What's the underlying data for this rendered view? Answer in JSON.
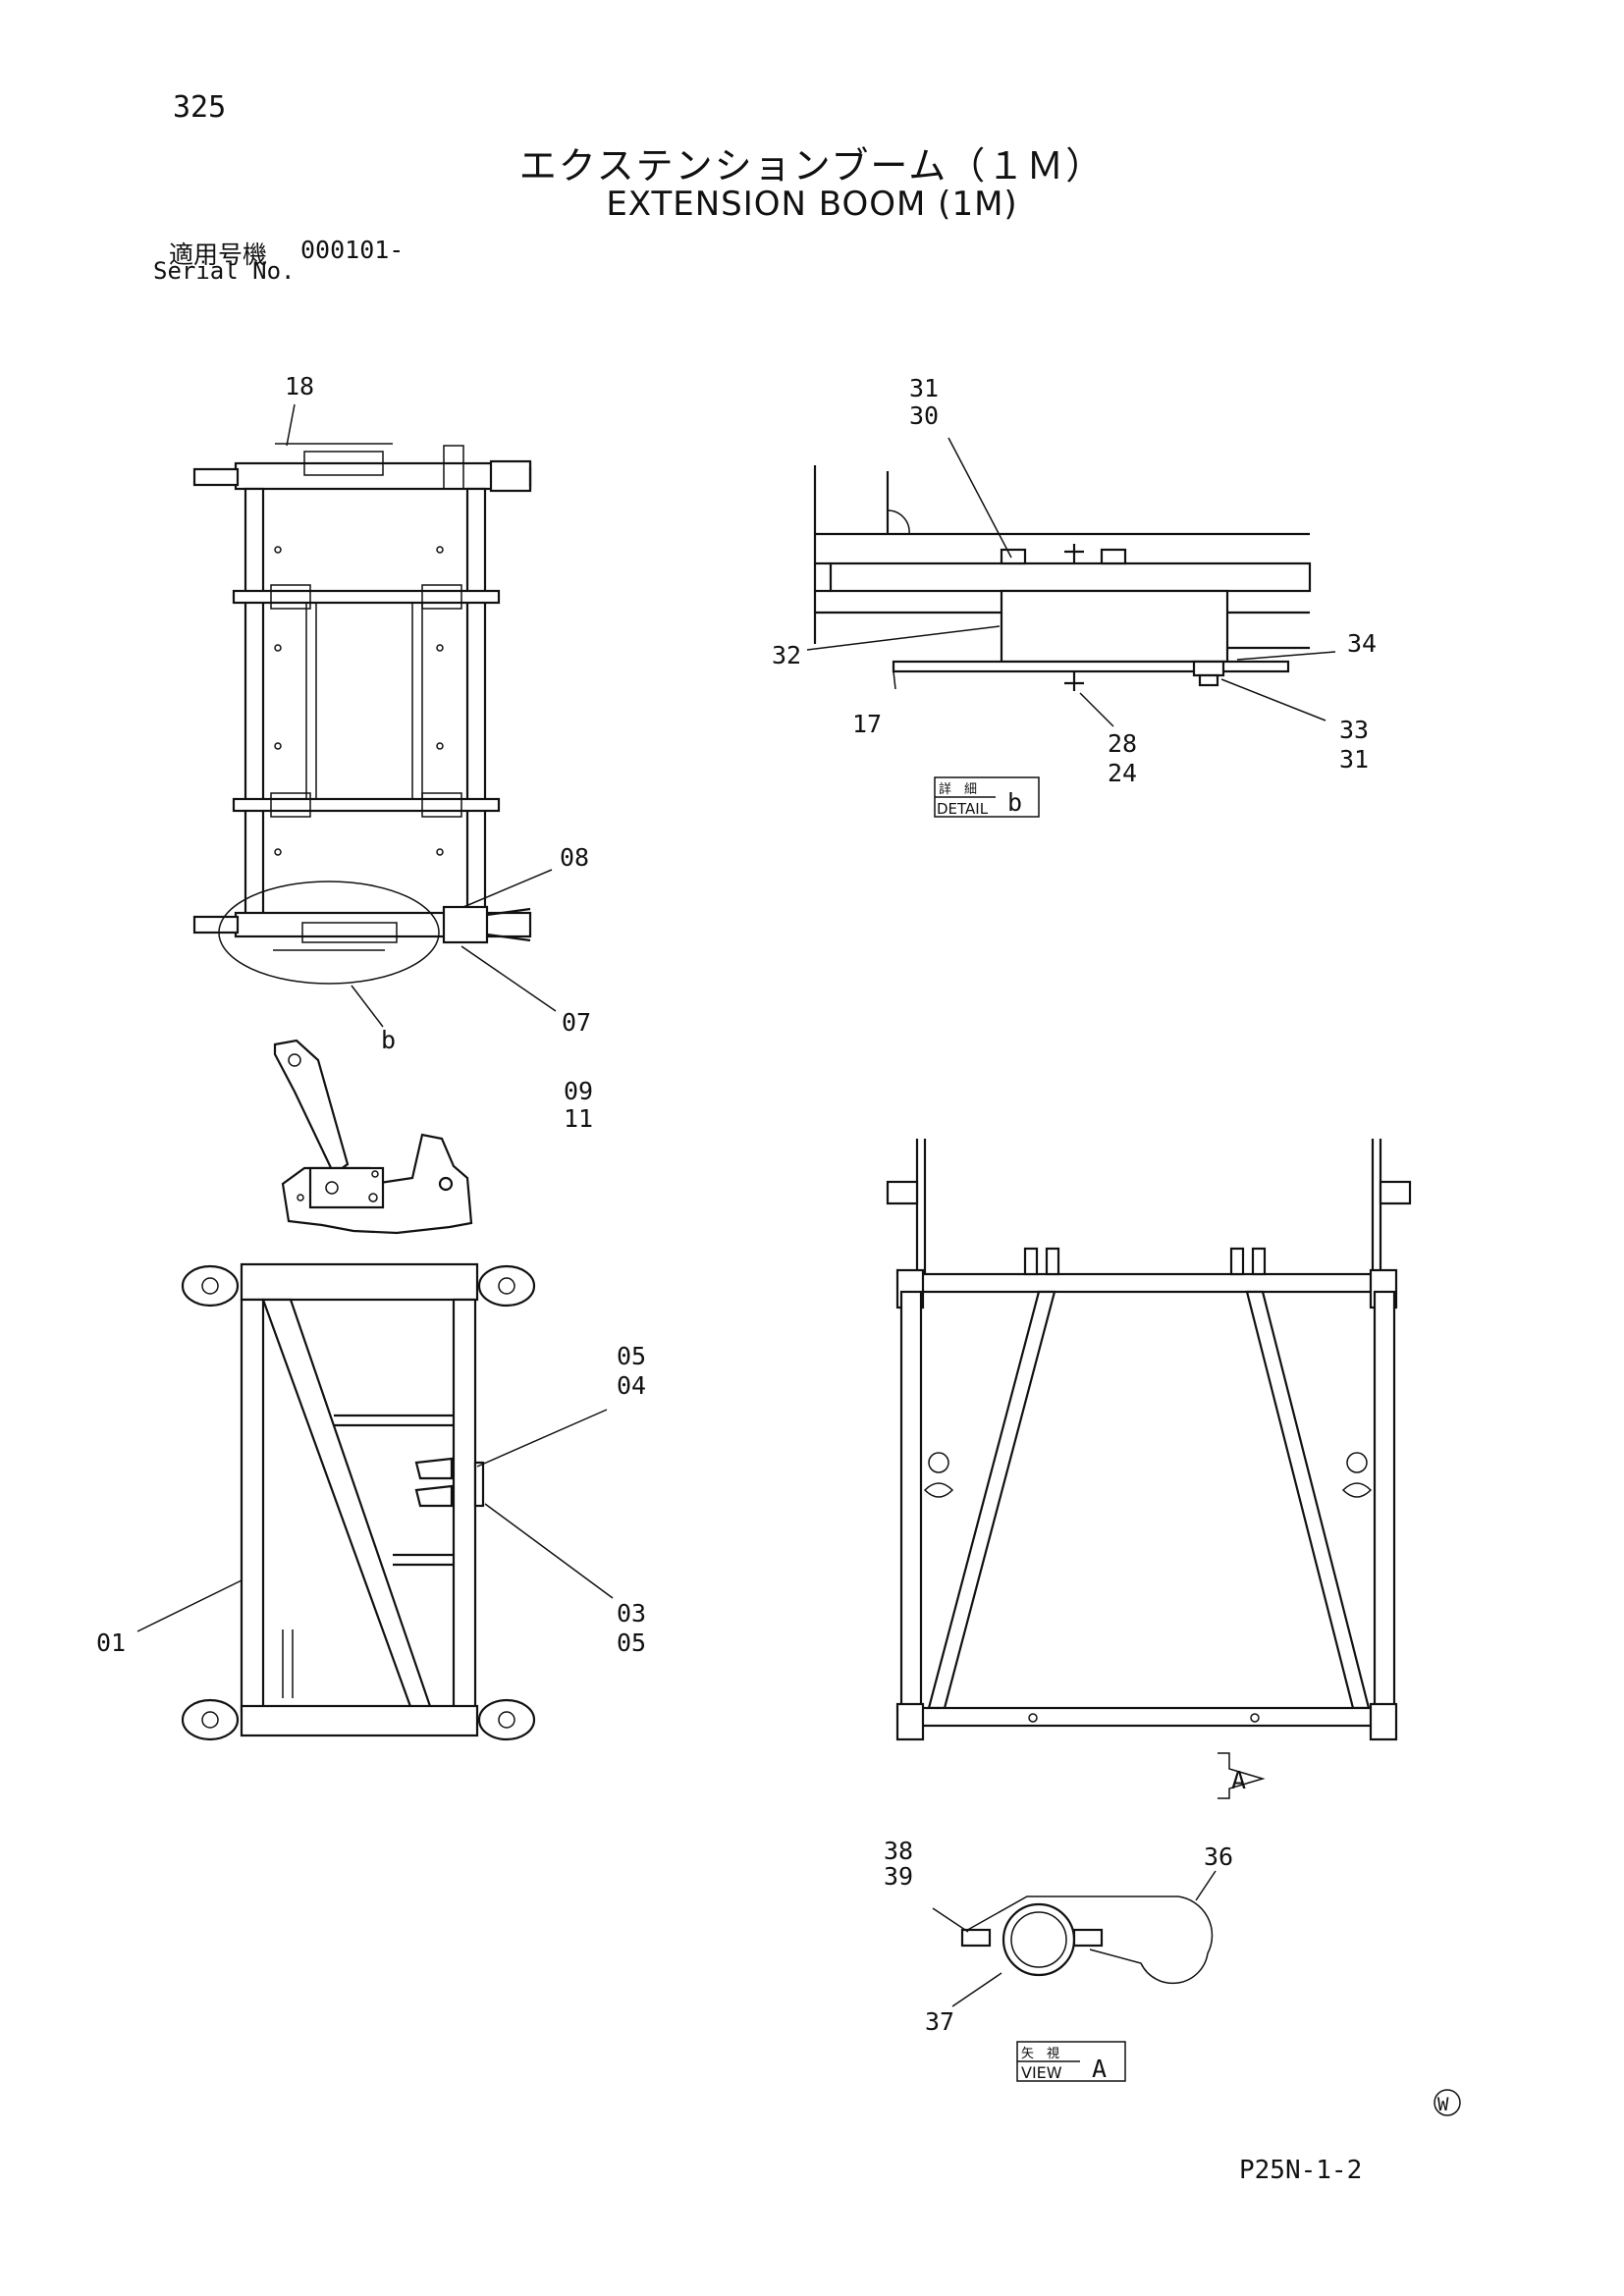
{
  "page": {
    "page_number": "325",
    "title_ja": "エクステンションブーム（１Ｍ）",
    "title_en": "EXTENSION BOOM (1M)",
    "serial_label_ja": "適用号機",
    "serial_label_en": "Serial No.",
    "serial_value": "000101-",
    "page_code": "P25N-1-2",
    "corner_mark": "W"
  },
  "callouts": {
    "top_view": {
      "c18": "18",
      "c08": "08",
      "c07": "07",
      "c09": "09",
      "c11": "11",
      "cb": "b"
    },
    "detail_b": {
      "c31a": "31",
      "c30": "30",
      "c32": "32",
      "c17": "17",
      "c34": "34",
      "c33": "33",
      "c31b": "31",
      "c28": "28",
      "c24": "24"
    },
    "side_view": {
      "c05a": "05",
      "c04": "04",
      "c03": "03",
      "c05b": "05",
      "c01": "01"
    },
    "view_a": {
      "c38": "38",
      "c39": "39",
      "c36": "36",
      "c37": "37",
      "arrow_letter": "A"
    }
  },
  "tags": {
    "detail": {
      "ja": "詳　細",
      "en": "DETAIL",
      "letter": "b"
    },
    "view": {
      "ja": "矢　視",
      "en": "VIEW",
      "letter": "A"
    }
  }
}
